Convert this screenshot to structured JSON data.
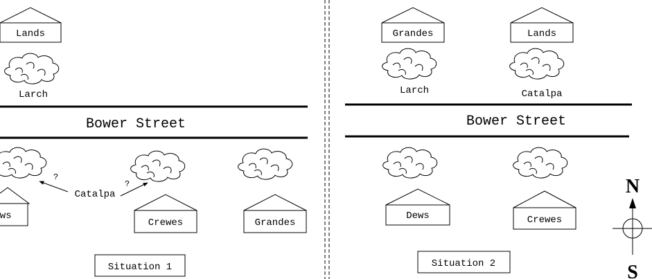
{
  "situation1": {
    "street": "Bower Street",
    "label": "Situation 1",
    "houses": {
      "north_lands": "Lands",
      "south_dews": "ews",
      "south_crewes": "Crewes",
      "south_grandes": "Grandes"
    },
    "trees": {
      "larch": "Larch",
      "catalpa": "Catalpa"
    },
    "question_marks": [
      "?",
      "?"
    ]
  },
  "situation2": {
    "street": "Bower Street",
    "label": "Situation 2",
    "houses": {
      "north_grandes": "Grandes",
      "north_lands": "Lands",
      "south_dews": "Dews",
      "south_crewes": "Crewes"
    },
    "trees": {
      "larch": "Larch",
      "catalpa": "Catalpa"
    }
  },
  "compass": {
    "north": "N",
    "south": "S"
  },
  "colors": {
    "ink": "#000000",
    "background": "#ffffff"
  }
}
